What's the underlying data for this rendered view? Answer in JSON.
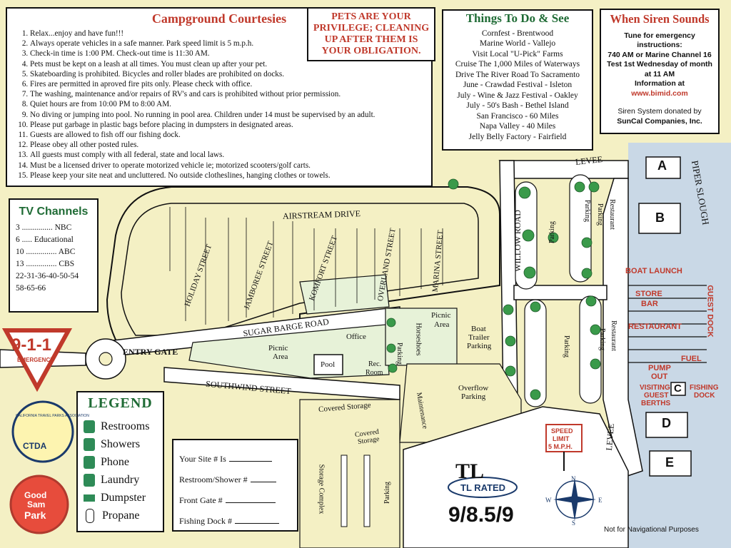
{
  "courtesies": {
    "title": "Campground Courtesies",
    "items": [
      "Relax...enjoy and have fun!!!",
      "Always operate vehicles in a safe manner. Park speed limit is 5 m.p.h.",
      "Check-in time is 1:00 PM. Check-out time is 11:30 AM.",
      "Pets must be kept on a leash at all times. You must clean up after your pet.",
      "Skateboarding is prohibited. Bicycles and roller blades are prohibited on docks.",
      "Fires are permitted in aproved fire pits only. Please check with office.",
      "The washing, maintenance and/or repairs of RV's and cars is prohibited without prior permission.",
      "Quiet hours are from 10:00 PM to 8:00 AM.",
      "No diving or jumping into pool. No running in pool area. Children under 14 must be supervised by an adult.",
      "Please put garbage in plastic bags before placing in dumpsters in designated areas.",
      "Guests are allowed to fish off our fishing dock.",
      "Please obey all other posted rules.",
      "All guests must comply with all federal, state and local laws.",
      "Must be a licensed driver to operate motorized vehicle ie; motorized scooters/golf carts.",
      "Please keep your site neat and uncluttered. No outside clotheslines, hanging clothes or towels."
    ]
  },
  "pets_notice": {
    "line1": "PETS ARE YOUR",
    "line2": "PRIVILEGE; CLEANING",
    "line3": "UP AFTER THEM IS",
    "line4": "YOUR OBLIGATION."
  },
  "things": {
    "title": "Things To Do & See",
    "items": [
      "Cornfest - Brentwood",
      "Marine World - Vallejo",
      "Visit Local \"U-Pick\" Farms",
      "Cruise The 1,000 Miles of Waterways",
      "Drive The River Road To Sacramento",
      "June - Crawdad Festival - Isleton",
      "July - Wine & Jazz Festival - Oakley",
      "July - 50's Bash - Bethel Island",
      "San Francisco - 60 Miles",
      "Napa Valley - 40 Miles",
      "Jelly Belly Factory - Fairfield"
    ]
  },
  "siren": {
    "title": "When Siren Sounds",
    "line1": "Tune for emergency instructions:",
    "line2": "740 AM or Marine Channel 16",
    "line3": "Test 1st Wednesday of month",
    "line4": "at 11 AM",
    "line5_pre": "Information at ",
    "line5_link": "www.bimid.com",
    "line6": "Siren System donated by",
    "line7": "SunCal Companies, Inc."
  },
  "tv": {
    "title": "TV Channels",
    "rows": [
      "3 ............... NBC",
      "6 ..... Educational",
      "10 ............... ABC",
      "13 ............... CBS",
      "22-31-36-40-50-54",
      "58-65-66"
    ]
  },
  "legend": {
    "title": "LEGEND",
    "items": [
      "Restrooms",
      "Showers",
      "Phone",
      "Laundry",
      "Dumpster",
      "Propane"
    ]
  },
  "site_info": {
    "fields": [
      "Your Site # Is",
      "Restroom/Shower #",
      "Front Gate #",
      "Fishing Dock #"
    ]
  },
  "map_labels": {
    "airstream": "AIRSTREAM DRIVE",
    "holiday": "HOLIDAY STREET",
    "jamboree": "JAMBOREE STREET",
    "komfort": "KOMFORT STREET",
    "overland": "OVERLAND STREET",
    "marina": "MARINA STREET",
    "willow": "WILLOW ROAD",
    "sugar_barge": "SUGAR BARGE ROAD",
    "southwind": "SOUTHWIND STREET",
    "entry_gate": "ENTRY GATE",
    "levee_top": "LEVEE",
    "levee_bottom": "LEVEE",
    "piper_slough": "PIPER SLOUGH",
    "picnic_area_1": "Picnic",
    "picnic_area_1b": "Area",
    "picnic_area_2": "Picnic",
    "picnic_area_2b": "Area",
    "office": "Office",
    "pool": "Pool",
    "rec_room": "Rec.",
    "rec_room2": "Room",
    "boat_trailer": "Boat",
    "boat_trailer2": "Trailer",
    "boat_trailer3": "Parking",
    "overflow": "Overflow",
    "overflow2": "Parking",
    "horseshoes": "Horseshoes",
    "parking_picnic": "Parking",
    "maintenance": "Maintenance",
    "covered_storage_1": "Covered Storage",
    "covered_storage_2a": "Covered",
    "covered_storage_2b": "Storage",
    "storage_complex": "Storage Complex",
    "parking_storage": "Parking",
    "parking_left": "Parking",
    "parking_right": "Parking",
    "parking_mid": "Parking",
    "restaurant_parking_1": "Restaurant",
    "restaurant_parking_1b": "Parking",
    "restaurant_parking_2": "Restaurant",
    "restaurant_parking_2b": "Parking",
    "boat_launch": "BOAT LAUNCH",
    "store": "STORE",
    "bar": "BAR",
    "restaurant": "RESTAURANT",
    "guest_dock": "GUEST DOCK",
    "fuel": "FUEL",
    "pump_out_1": "PUMP",
    "pump_out_2": "OUT",
    "visiting_1": "VISITING",
    "visiting_2": "GUEST",
    "visiting_3": "BERTHS",
    "fishing_1": "FISHING",
    "fishing_2": "DOCK",
    "dock_a": "A",
    "dock_b": "B",
    "dock_c": "C",
    "dock_d": "D",
    "dock_e": "E",
    "speed_1": "SPEED",
    "speed_2": "LIMIT",
    "speed_3": "5 M.P.H.",
    "tl_rated": "TL RATED",
    "tl_score": "9/8.5/9",
    "tl_logo": "TL",
    "nav_note": "Not for Navigational Purposes",
    "emergency_911": "9-1-1",
    "emergency_word": "EMERGENCY",
    "ctpa": "CALIFORNIA TRAVEL PARKS ASSOCIATION",
    "ctda": "CTDA",
    "good_sam_1": "Good",
    "good_sam_2": "Sam",
    "good_sam_3": "Park",
    "compass_n": "N",
    "compass_s": "S",
    "compass_e": "E",
    "compass_w": "W"
  },
  "colors": {
    "background": "#f4f0c4",
    "water": "#c9d8e6",
    "green_area": "#e7f2d8",
    "heading_red": "#c0392b",
    "legend_green": "#1f6b35"
  }
}
